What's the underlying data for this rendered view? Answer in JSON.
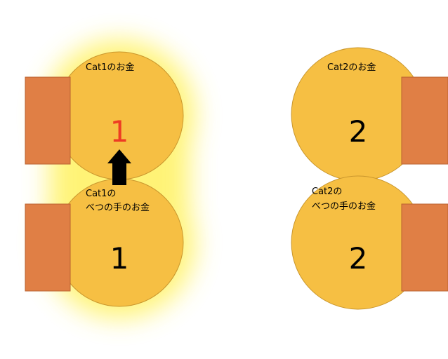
{
  "diagram": {
    "coins": {
      "cat1_money": {
        "label": "Cat1のお金",
        "value": "1"
      },
      "cat1_other_money": {
        "label_line1": "Cat1の",
        "label_line2": "べつの手のお金",
        "value": "1"
      },
      "cat2_money": {
        "label": "Cat2のお金",
        "value": "2"
      },
      "cat2_other_money": {
        "label_line1": "Cat2の",
        "label_line2": "べつの手のお金",
        "value": "2"
      }
    },
    "arrow_icon": "up-arrow-icon",
    "colors": {
      "coin_fill": "#f6bf43",
      "coin_stroke": "#c9962d",
      "hand_fill": "#e07f45",
      "hand_stroke": "#b9602f",
      "glow": "#fff04a",
      "highlight_number": "#ee3b23",
      "arrow": "#000000"
    }
  }
}
